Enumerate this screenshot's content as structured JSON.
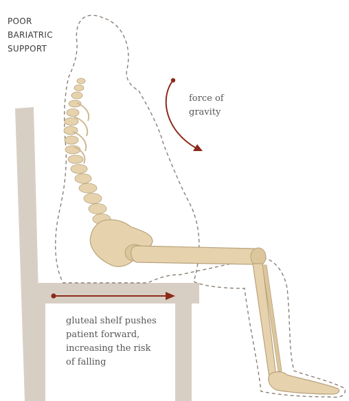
{
  "title": {
    "line1": "POOR",
    "line2": "BARIATRIC",
    "line3": "SUPPORT"
  },
  "gravity_label": {
    "line1": "force of",
    "line2": "gravity"
  },
  "shelf_note": {
    "line1": "gluteal shelf pushes",
    "line2": "patient forward,",
    "line3": "increasing the risk",
    "line4": "of falling"
  },
  "colors": {
    "chair": "#d8cfc4",
    "bone": "#e6d3ad",
    "bone_shade": "#b8a27c",
    "outline": "#8a7f75",
    "arrow": "#8b2a1a",
    "text": "#3a3a3a"
  },
  "icons": [
    "gravity-arrow-icon",
    "forward-push-arrow-icon"
  ]
}
